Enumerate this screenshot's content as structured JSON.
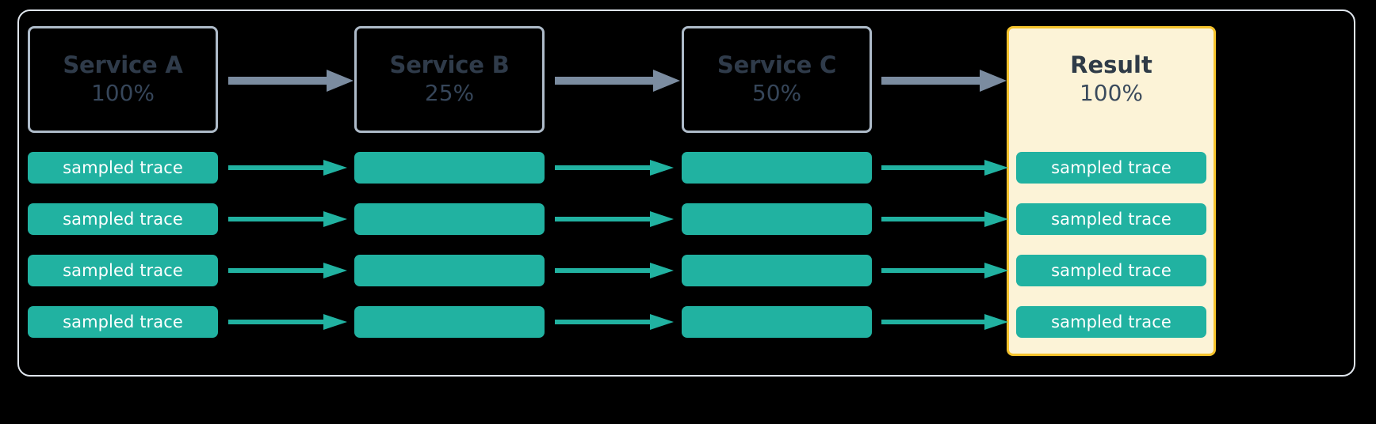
{
  "diagram": {
    "title": "tail-sampling-pipeline",
    "background_color": "#000000",
    "frame_border_color": "#dfe5ec",
    "accent_teal": "#21b2a1",
    "accent_gold": "#f5c32c",
    "result_fill": "#fcf3d7",
    "arrow_gray": "#7b8ca0",
    "text_dark": "#2f3b4a"
  },
  "stages": [
    {
      "name": "Service A",
      "percent": "100%",
      "highlight": false
    },
    {
      "name": "Service B",
      "percent": "25%",
      "highlight": false
    },
    {
      "name": "Service C",
      "percent": "50%",
      "highlight": false
    },
    {
      "name": "Result",
      "percent": "100%",
      "highlight": true
    }
  ],
  "trace_rows": [
    {
      "col_a": "sampled trace",
      "col_b": "",
      "col_c": "",
      "col_r": "sampled trace"
    },
    {
      "col_a": "sampled trace",
      "col_b": "",
      "col_c": "",
      "col_r": "sampled trace"
    },
    {
      "col_a": "sampled trace",
      "col_b": "",
      "col_c": "",
      "col_r": "sampled trace"
    },
    {
      "col_a": "sampled trace",
      "col_b": "",
      "col_c": "",
      "col_r": "sampled trace"
    }
  ],
  "icons": {
    "stage_arrow": "arrow-right-icon",
    "trace_arrow": "arrow-right-icon"
  }
}
